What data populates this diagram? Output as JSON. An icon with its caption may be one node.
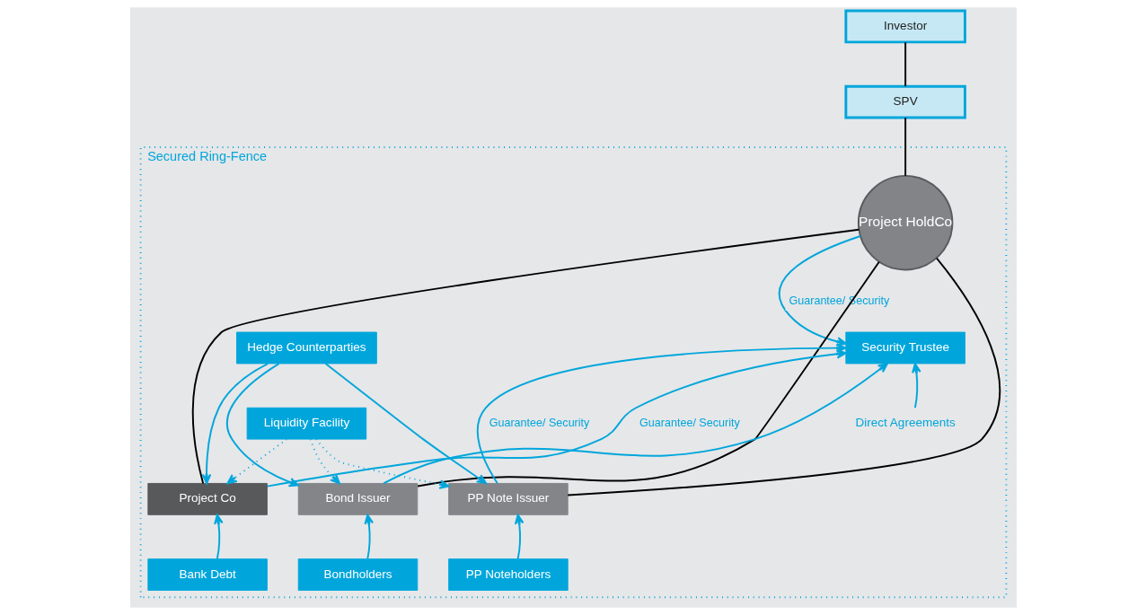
{
  "diagram": {
    "nodes": [
      {
        "text": [
          "Investor"
        ]
      },
      {
        "text": [
          "SPV"
        ]
      },
      {
        "text": [
          "Secured Ring-Fence"
        ]
      },
      {
        "text": [
          "Project HoldCo"
        ],
        "in": 2
      },
      {
        "text": [
          "Hedge Counterparties"
        ],
        "in": 2
      },
      {
        "text": [
          "Security Trustee"
        ],
        "in": 2
      },
      {
        "text": [
          "Liquidity Facility"
        ],
        "in": 2
      },
      {
        "text": [
          "PP Note Issuer"
        ],
        "in": 2
      },
      {
        "text": [
          "Project Co"
        ],
        "in": 2
      },
      {
        "text": [
          "Bond Issuer"
        ],
        "in": 2
      },
      {
        "text": [
          "PP Noteholders"
        ],
        "in": 2
      },
      {
        "text": [
          "Bank Debt"
        ],
        "in": 2
      },
      {
        "text": [
          "Bondholders"
        ],
        "in": 2
      },
      {
        "text": [
          "Direct Agreements"
        ],
        "in": 2
      }
    ],
    "edges": [
      {
        "from": 0,
        "to": 1,
        "arrow": "none",
        "color": "#000000"
      },
      {
        "from": 1,
        "to": 3,
        "arrow": "none",
        "color": "#000000"
      },
      {
        "from": 3,
        "to": 7,
        "arrow": "none",
        "color": "#000000"
      },
      {
        "from": 3,
        "to": 8,
        "arrow": "none",
        "color": "#000000"
      },
      {
        "from": 3,
        "to": 9,
        "arrow": "none",
        "color": "#000000"
      },
      {
        "from": 3,
        "to": 5,
        "arrow": "to",
        "label": "Guarantee/ Security"
      },
      {
        "from": 4,
        "to": 7,
        "arrow": "to"
      },
      {
        "from": 4,
        "to": 8,
        "arrow": "to"
      },
      {
        "from": 4,
        "to": 9,
        "arrow": "to"
      },
      {
        "from": 6,
        "to": 7,
        "arrow": "to",
        "style": "dashed"
      },
      {
        "from": 6,
        "to": 8,
        "arrow": "to",
        "style": "dashed"
      },
      {
        "from": 6,
        "to": 9,
        "arrow": "to",
        "style": "dashed"
      },
      {
        "from": 8,
        "to": 5,
        "arrow": "to",
        "label": "Guarantee/ Security"
      },
      {
        "from": 9,
        "to": 5,
        "arrow": "to"
      },
      {
        "from": 7,
        "to": 5,
        "arrow": "to",
        "label": "Guarantee/ Security"
      },
      {
        "from": 13,
        "to": 5,
        "arrow": "to"
      },
      {
        "from": 10,
        "to": 7,
        "arrow": "to"
      },
      {
        "from": 11,
        "to": 8,
        "arrow": "to"
      },
      {
        "from": 12,
        "to": 9,
        "arrow": "to"
      }
    ]
  }
}
